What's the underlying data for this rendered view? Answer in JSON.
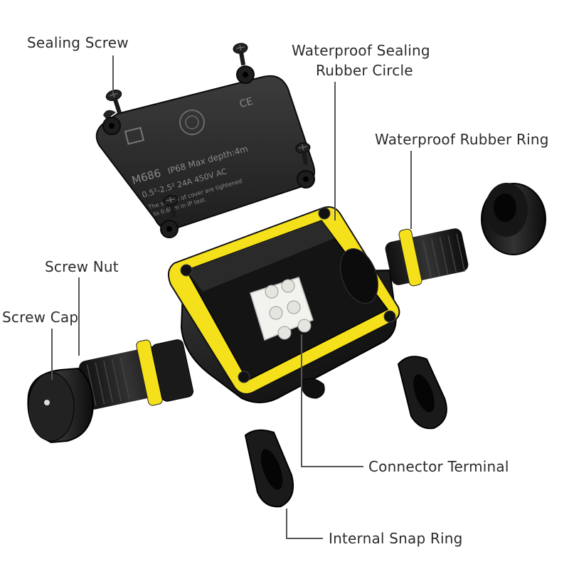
{
  "labels": {
    "sealing_screw": "Sealing Screw",
    "sealing_rubber_line1": "Waterproof Sealing",
    "sealing_rubber_line2": "Rubber Circle",
    "rubber_ring": "Waterproof Rubber Ring",
    "screw_nut": "Screw Nut",
    "screw_cap": "Screw Cap",
    "connector_terminal": "Connector Terminal",
    "snap_ring": "Internal Snap Ring"
  },
  "cover_markings": {
    "model": "M686",
    "rating": "IP68  Max depth:4m",
    "spec": "0.5²-2.5²   24A  450V AC",
    "note1": "The screws of cover are tightened",
    "note2": "to 0.6Nm in IP test.",
    "cert": "CE"
  },
  "colors": {
    "body": "#1a1a1a",
    "seal": "#f5e11b",
    "terminal": "#f2f2ee",
    "lead": "#555555",
    "text": "#2b2b2b"
  }
}
